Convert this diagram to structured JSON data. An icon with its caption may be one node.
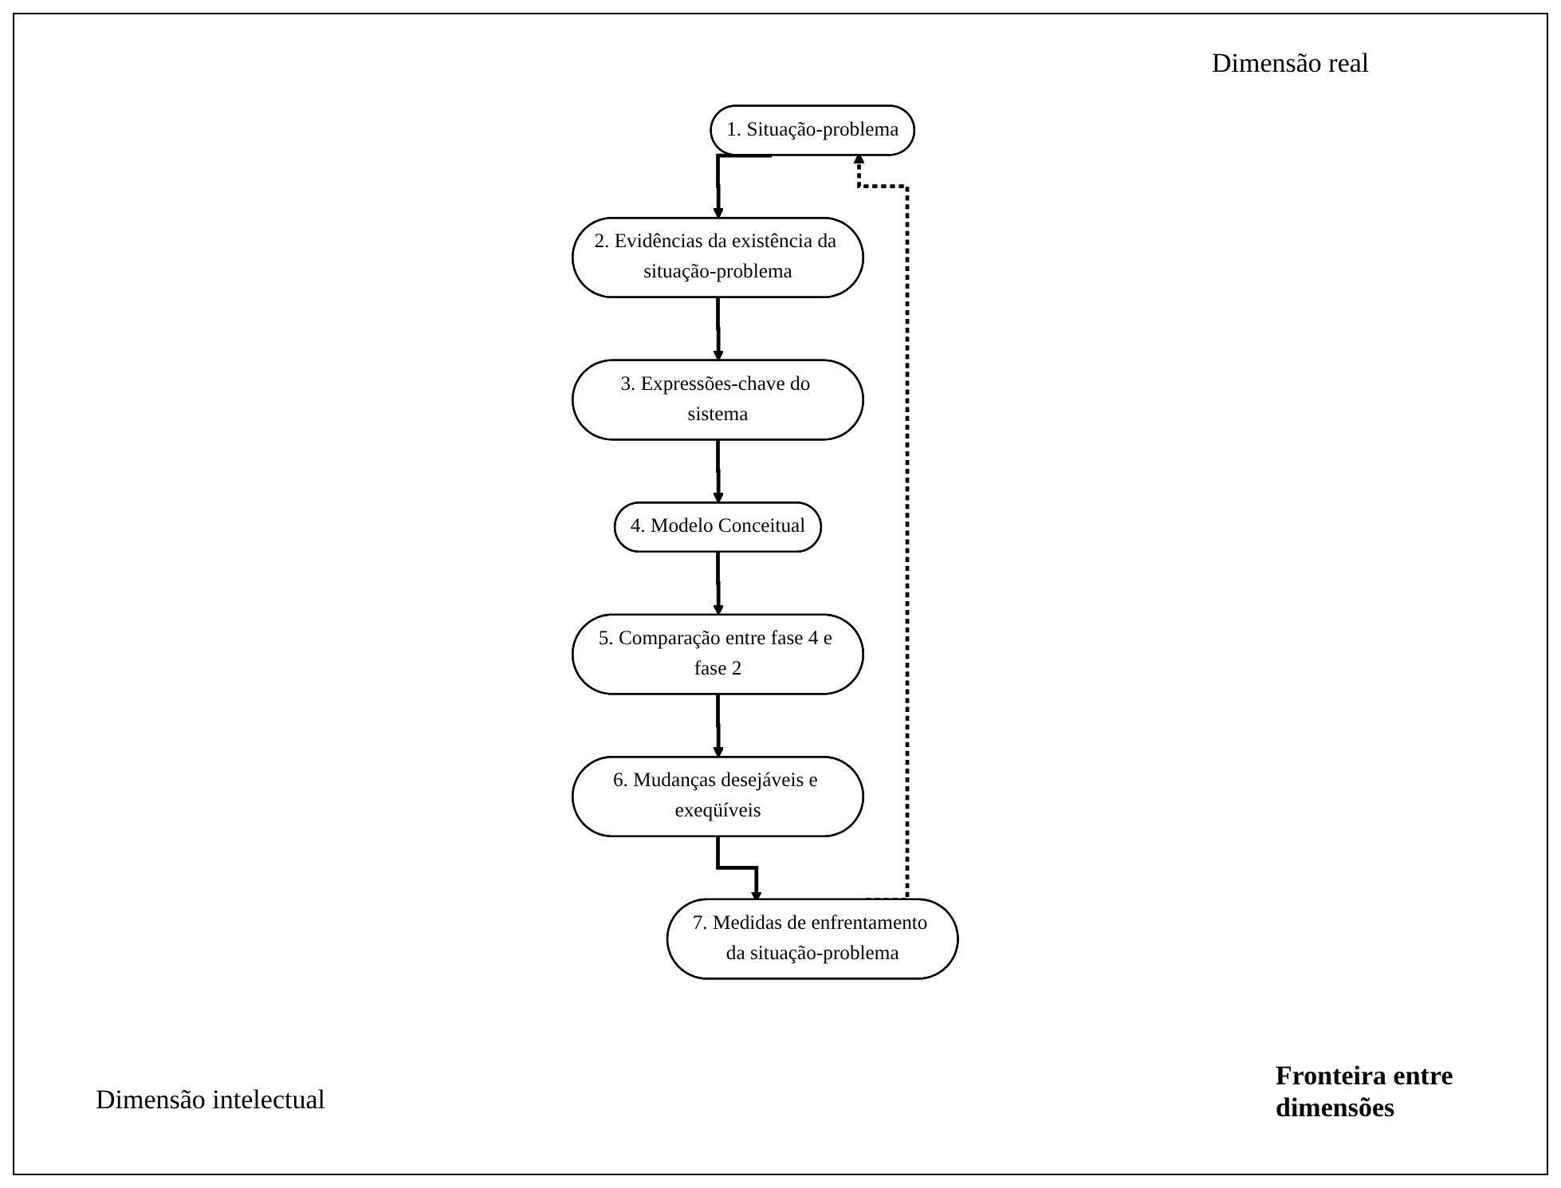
{
  "diagram": {
    "nodes": [
      {
        "text": [
          "1. Situação-problema"
        ]
      },
      {
        "text": [
          "2. Evidências da existência da situação-problema"
        ]
      },
      {
        "text": [
          "3. Expressões-chave do sistema"
        ]
      },
      {
        "text": [
          "4. Modelo Conceitual"
        ]
      },
      {
        "text": [
          "5. Comparação entre fase 4 e fase 2"
        ]
      },
      {
        "text": [
          "6. Mudanças desejáveis e exeqüíveis"
        ]
      },
      {
        "text": [
          "7. Medidas de enfrentamento da situação-problema"
        ]
      }
    ],
    "edges": [
      {
        "from": 0,
        "to": 1,
        "arrow": "to"
      },
      {
        "from": 1,
        "to": 2,
        "arrow": "to"
      },
      {
        "from": 2,
        "to": 3,
        "arrow": "to"
      },
      {
        "from": 3,
        "to": 4,
        "arrow": "to"
      },
      {
        "from": 4,
        "to": 5,
        "arrow": "to"
      },
      {
        "from": 5,
        "to": 6,
        "arrow": "to"
      },
      {
        "from": 6,
        "to": 0,
        "arrow": "to",
        "style": "dashed"
      }
    ],
    "labels": [
      "Dimensão real",
      "Dimensão intelectual",
      "Fronteira entre dimensões"
    ]
  }
}
